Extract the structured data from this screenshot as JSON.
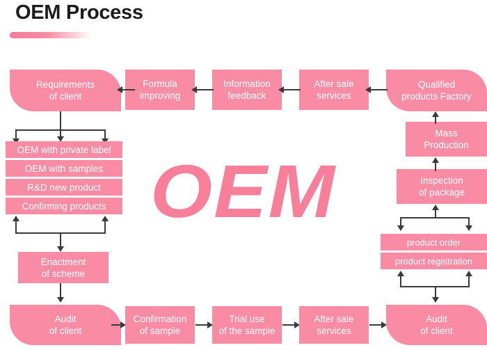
{
  "page": {
    "title": "OEM Process",
    "watermark": "OEM",
    "accent_color": "#f98ba4",
    "title_color": "#1c1c1c",
    "arrow_color": "#3a3a3a",
    "background": "#ffffff"
  },
  "top_row": {
    "direction": "right-to-left",
    "nodes": [
      {
        "id": "requirements-of-client",
        "label": "Requirements\nof client",
        "shape": "flag"
      },
      {
        "id": "formula-improving",
        "label": "Formula\nimproving",
        "shape": "rect"
      },
      {
        "id": "information-feedback",
        "label": "Information\nfeedback",
        "shape": "rect"
      },
      {
        "id": "after-sale-services-top",
        "label": "After sale\nservices",
        "shape": "rect"
      },
      {
        "id": "qualified-products-factory",
        "label": "Qualified\nproducts Factory",
        "shape": "flag"
      }
    ]
  },
  "left_column": {
    "options": [
      {
        "id": "oem-with-private-label",
        "label": "OEM with private label"
      },
      {
        "id": "oem-with-samples",
        "label": "OEM with samples"
      },
      {
        "id": "rd-new-product",
        "label": "R&D new product"
      },
      {
        "id": "confirming-products",
        "label": "Confirming products"
      }
    ],
    "enactment": {
      "id": "enactment-of-scheme",
      "label": "Enactment\nof scheme",
      "shape": "rect"
    }
  },
  "right_column": {
    "nodes": [
      {
        "id": "mass-production",
        "label": "Mass\nProduction",
        "shape": "rect"
      },
      {
        "id": "inspection-of-package",
        "label": "Inspection\nof package",
        "shape": "rect"
      },
      {
        "id": "product-order",
        "label": "product order",
        "shape": "rect"
      },
      {
        "id": "product-registration",
        "label": "product registration",
        "shape": "rect"
      }
    ]
  },
  "bottom_row": {
    "direction": "left-to-right",
    "nodes": [
      {
        "id": "audit-of-client-left",
        "label": "Audit\nof client",
        "shape": "flag"
      },
      {
        "id": "confirmation-of-sample",
        "label": "Confirmation\nof sample",
        "shape": "rect"
      },
      {
        "id": "trial-use-of-the-sample",
        "label": "Trial use\nof the sample",
        "shape": "rect"
      },
      {
        "id": "after-sale-services-bottom",
        "label": "After sale\nservices",
        "shape": "rect"
      },
      {
        "id": "audit-of-client-right",
        "label": "Audit\nof client",
        "shape": "flag"
      }
    ]
  }
}
